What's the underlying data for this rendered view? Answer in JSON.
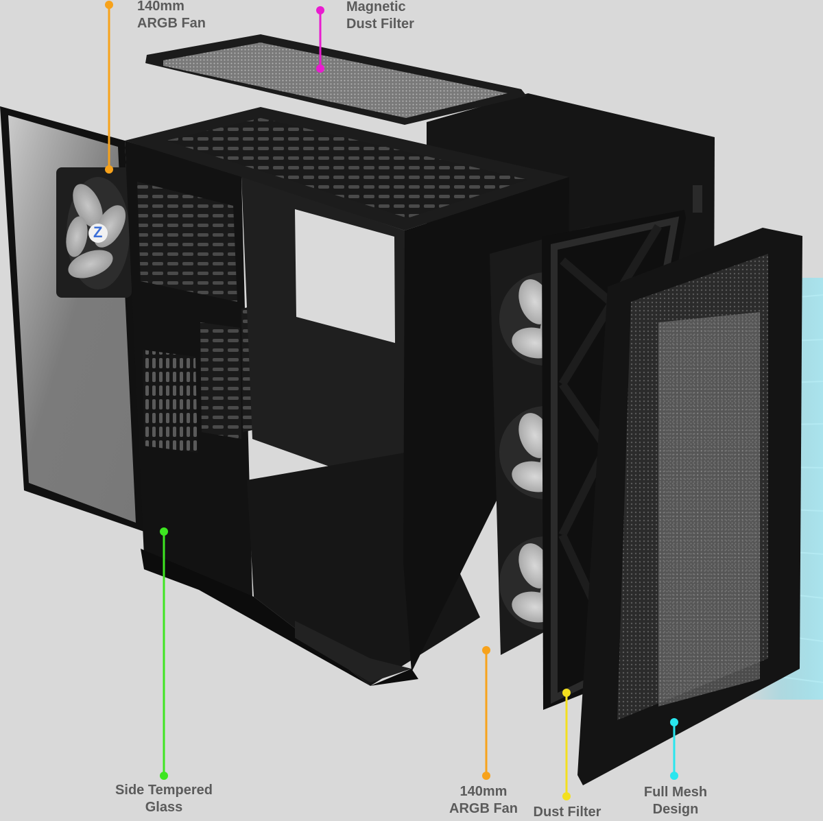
{
  "callouts": {
    "top_fan": {
      "line1": "140mm",
      "line2": "ARGB Fan",
      "color": "#f7a21b"
    },
    "magnetic_filter": {
      "line1": "Magnetic",
      "line2": "Dust Filter",
      "color": "#e81ccf"
    },
    "side_glass": {
      "line1": "Side Tempered",
      "line2": "Glass",
      "color": "#3ee621"
    },
    "front_fan": {
      "line1": "140mm",
      "line2": "ARGB Fan",
      "color": "#f7a21b"
    },
    "dust_filter": {
      "line1": "Dust Filter",
      "color": "#f3e01f"
    },
    "mesh": {
      "line1": "Full Mesh",
      "line2": "Design",
      "color": "#29e6ee"
    }
  },
  "fan_logo": "Z"
}
